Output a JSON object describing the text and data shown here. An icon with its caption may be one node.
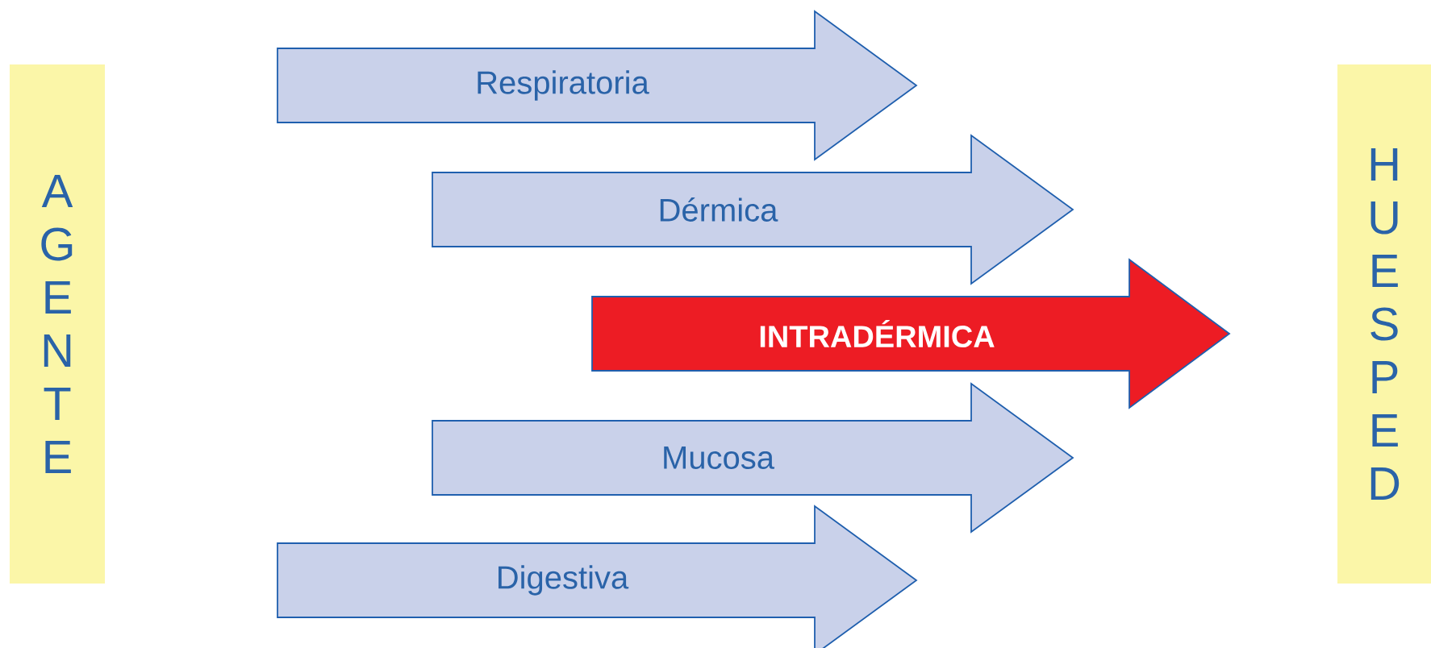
{
  "diagram": {
    "nodes": [
      {
        "text": [
          "AGENTE"
        ]
      },
      {
        "text": [
          "Respiratoria"
        ]
      },
      {
        "text": [
          "Dérmica"
        ]
      },
      {
        "text": [
          "INTRADÉRMICA"
        ]
      },
      {
        "text": [
          "Mucosa"
        ]
      },
      {
        "text": [
          "Digestiva"
        ]
      },
      {
        "text": [
          "HUESPED"
        ]
      }
    ]
  }
}
